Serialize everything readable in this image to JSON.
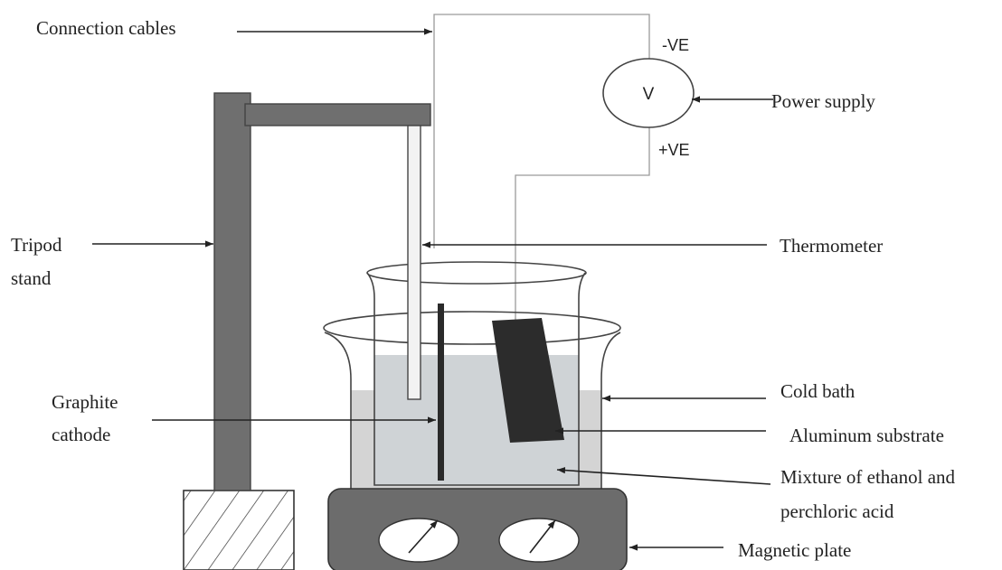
{
  "labels": {
    "connection_cables": "Connection cables",
    "power_supply": "Power supply",
    "neg_terminal": "-VE",
    "pos_terminal": "+VE",
    "voltmeter_symbol": "V",
    "tripod_line1": "Tripod",
    "tripod_line2": "stand",
    "thermometer": "Thermometer",
    "graphite_line1": "Graphite",
    "graphite_line2": "cathode",
    "cold_bath": "Cold bath",
    "aluminum_substrate": "Aluminum substrate",
    "mixture_line1": "Mixture of ethanol and",
    "mixture_line2": "perchloric acid",
    "magnetic_plate": "Magnetic plate"
  },
  "colors": {
    "stand": "#6f6f6f",
    "bath_liquid": "#d4d4d4",
    "electrolyte": "#cfd3d6",
    "cathode": "#2a2a2a",
    "substrate": "#2c2c2c",
    "plate": "#6c6c6c",
    "line": "#222222",
    "wire": "#9a9a9a"
  }
}
